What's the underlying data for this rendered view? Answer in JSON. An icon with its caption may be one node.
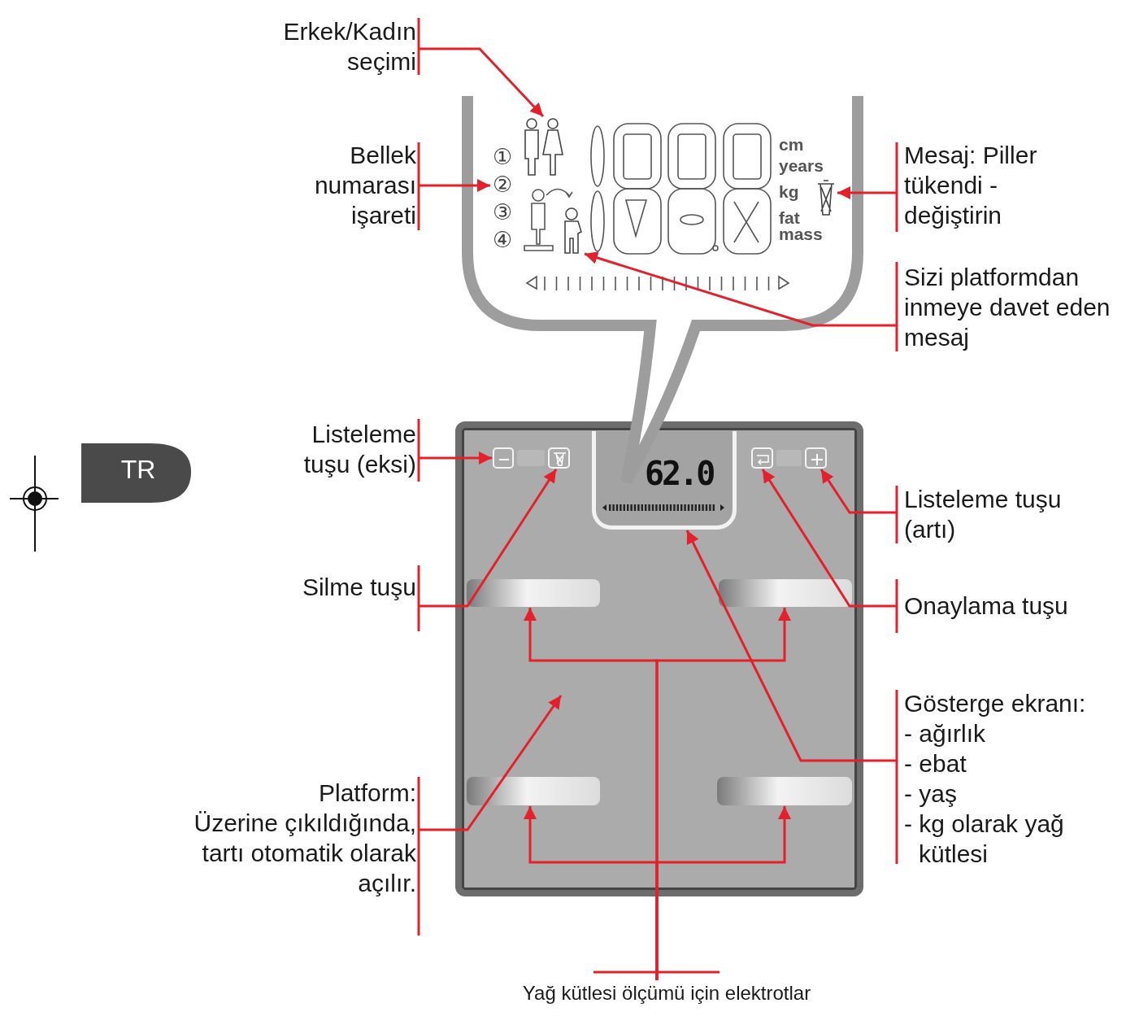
{
  "diagram": {
    "nodes": [
      {
        "text": [
          "Erkek/Kadın seçimi"
        ]
      },
      {
        "text": [
          "Bellek numarası işareti"
        ]
      },
      {
        "text": [
          "Mesaj: Piller tükendi - değiştirin"
        ]
      },
      {
        "text": [
          "Sizi platformdan inmeye davet eden mesaj"
        ]
      },
      {
        "text": [
          "Listeleme tuşu (eksi)"
        ]
      },
      {
        "text": [
          "Listeleme tuşu (artı)"
        ]
      },
      {
        "text": [
          "Silme tuşu"
        ]
      },
      {
        "text": [
          "Onaylama tuşu"
        ]
      },
      {
        "text": [
          "Gösterge ekranı:",
          "- ağırlık",
          "- ebat",
          "- yaş",
          "- kg olarak yağ kütlesi"
        ]
      },
      {
        "text": [
          "Platform:",
          "Üzerine çıkıldığında, tartı otomatik olarak açılır."
        ]
      },
      {
        "text": [
          "Yağ kütlesi ölçümü için elektrotlar"
        ]
      },
      {
        "text": [],
        "shape": "picture"
      },
      {
        "text": [],
        "shape": "picture"
      },
      {
        "text": [],
        "shape": "picture"
      },
      {
        "text": [],
        "shape": "picture"
      },
      {
        "text": [],
        "shape": "box"
      },
      {
        "text": [],
        "shape": "box",
        "in": 15
      },
      {
        "text": [],
        "shape": "box",
        "in": 15
      },
      {
        "text": [],
        "shape": "box",
        "in": 15
      },
      {
        "text": [],
        "shape": "box",
        "in": 15
      },
      {
        "text": [],
        "shape": "box",
        "in": 15
      },
      {
        "text": [],
        "shape": "bar",
        "in": 15
      },
      {
        "text": [],
        "shape": "bar",
        "in": 15
      },
      {
        "text": [],
        "shape": "bar",
        "in": 15
      },
      {
        "text": [],
        "shape": "bar",
        "in": 15
      }
    ],
    "edges": [
      {
        "from": 0,
        "to": 11,
        "arrow": "to"
      },
      {
        "from": 1,
        "to": 12,
        "arrow": "to"
      },
      {
        "from": 2,
        "to": 13,
        "arrow": "to"
      },
      {
        "from": 3,
        "to": 14,
        "arrow": "to"
      },
      {
        "from": 4,
        "to": 16,
        "arrow": "to"
      },
      {
        "from": 5,
        "to": 20,
        "arrow": "to"
      },
      {
        "from": 6,
        "to": 17,
        "arrow": "to"
      },
      {
        "from": 7,
        "to": 19,
        "arrow": "to"
      },
      {
        "from": 8,
        "to": 18,
        "arrow": "to"
      },
      {
        "from": 9,
        "to": 15,
        "arrow": "to"
      },
      {
        "from": 10,
        "to": 21,
        "arrow": "to"
      },
      {
        "from": 10,
        "to": 22,
        "arrow": "to"
      },
      {
        "from": 10,
        "to": 23,
        "arrow": "to"
      },
      {
        "from": 10,
        "to": 24,
        "arrow": "to"
      }
    ],
    "labels": [
      "TR",
      "①",
      "②",
      "③",
      "④",
      "cm",
      "years",
      "kg",
      "fat mass",
      "62.0"
    ]
  }
}
